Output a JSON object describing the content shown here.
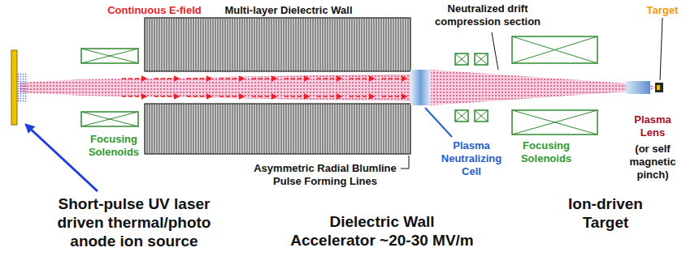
{
  "diagram": {
    "labels": [
      "Continuous E-field",
      "Multi-layer Dielectric Wall",
      "Neutralized drift compression section",
      "Target",
      "Focusing Solenoids",
      "Asymmetric Radial Blumline Pulse Forming Lines",
      "Plasma Neutralizing Cell",
      "Focusing Solenoids",
      "Plasma Lens",
      "(or self magnetic pinch)",
      "Short-pulse UV laser driven thermal/photo anode ion source",
      "Dielectric Wall Accelerator ~20-30 MV/m",
      "Ion-driven Target"
    ]
  }
}
